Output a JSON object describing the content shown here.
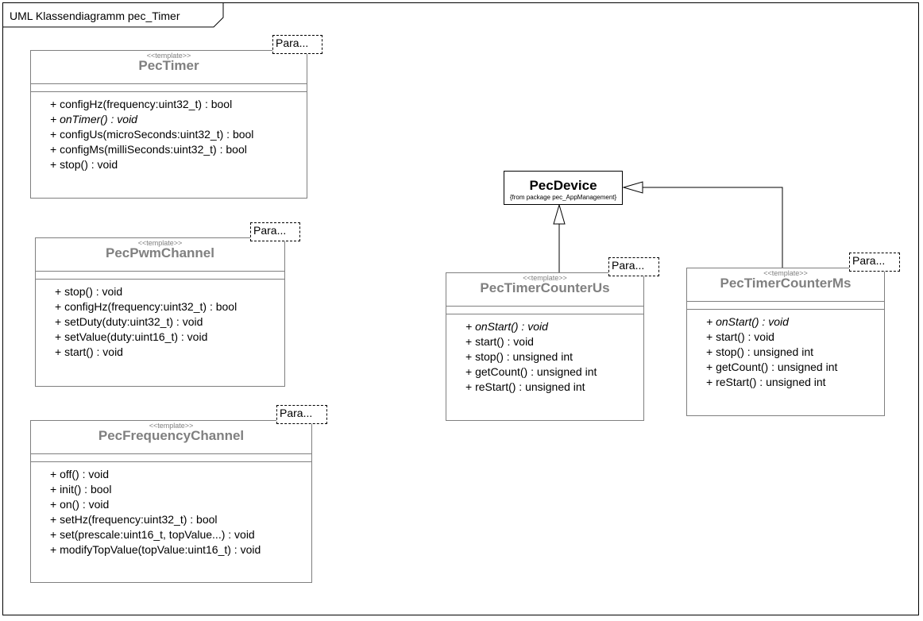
{
  "diagram": {
    "title": "UML Klassendiagramm pec_Timer"
  },
  "param_label": "Para...",
  "classes": {
    "pectimer": {
      "stereotype": "<<template>>",
      "name": "PecTimer",
      "operations": [
        "+ configHz(frequency:uint32_t) : bool",
        "+ onTimer() : void",
        "+ configUs(microSeconds:uint32_t) : bool",
        "+ configMs(milliSeconds:uint32_t) : bool",
        "+ stop() : void"
      ]
    },
    "pwm": {
      "stereotype": "<<template>>",
      "name": "PecPwmChannel",
      "operations": [
        "+ stop() : void",
        "+ configHz(frequency:uint32_t) : bool",
        "+ setDuty(duty:uint32_t) : void",
        "+ setValue(duty:uint16_t) : void",
        "+ start() : void"
      ]
    },
    "freq": {
      "stereotype": "<<template>>",
      "name": "PecFrequencyChannel",
      "operations": [
        "+ off() : void",
        "+ init() : bool",
        "+ on() : void",
        "+ setHz(frequency:uint32_t) : bool",
        "+ set(prescale:uint16_t, topValue...) : void",
        "+ modifyTopValue(topValue:uint16_t) : void"
      ]
    },
    "us": {
      "stereotype": "<<template>>",
      "name": "PecTimerCounterUs",
      "operations": [
        "+ onStart() : void",
        "+ start() : void",
        "+ stop() : unsigned int",
        "+ getCount() : unsigned int",
        "+ reStart() : unsigned int"
      ]
    },
    "ms": {
      "stereotype": "<<template>>",
      "name": "PecTimerCounterMs",
      "operations": [
        "+ onStart() : void",
        "+ start() : void",
        "+ stop() : unsigned int",
        "+ getCount() : unsigned int",
        "+ reStart() : unsigned int"
      ]
    },
    "device": {
      "name": "PecDevice",
      "package": "{from package pec_AppManagement}"
    }
  }
}
